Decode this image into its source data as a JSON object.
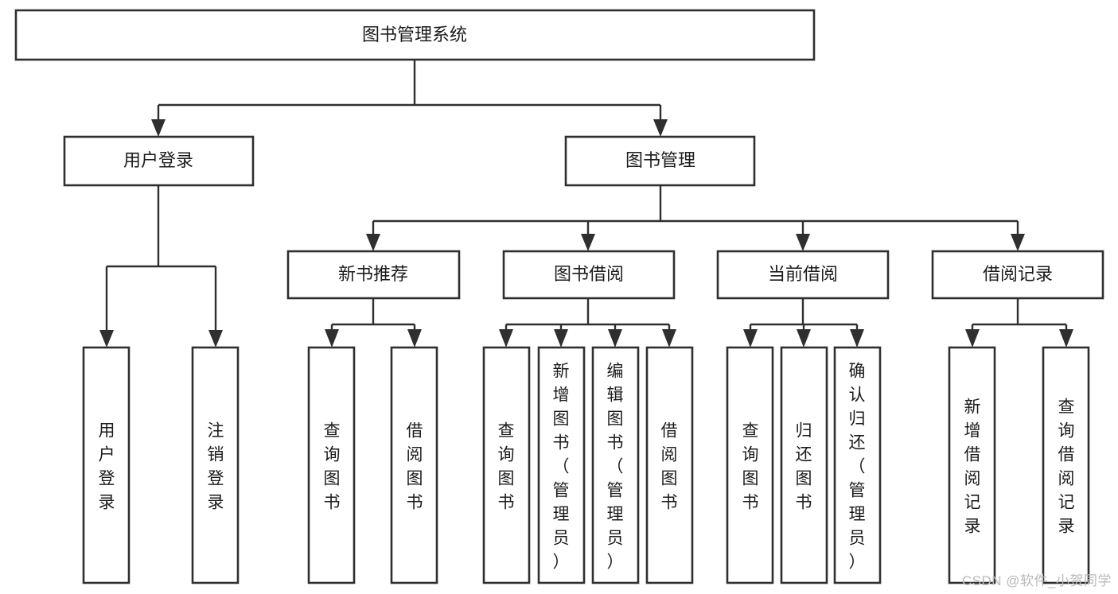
{
  "diagram": {
    "type": "tree-hierarchy",
    "title": "图书管理系统",
    "watermark": "CSDN @软件_小贺同学",
    "colors": {
      "background": "#ffffff",
      "stroke": "#2f2f2f",
      "text": "#1b1b1b",
      "watermark": "#b9b9b9"
    },
    "root": {
      "label": "图书管理系统"
    },
    "level2": [
      {
        "label": "用户登录"
      },
      {
        "label": "图书管理"
      }
    ],
    "level3": [
      {
        "label": "新书推荐"
      },
      {
        "label": "图书借阅"
      },
      {
        "label": "当前借阅"
      },
      {
        "label": "借阅记录"
      }
    ],
    "leaves": {
      "user_login": [
        {
          "label": "用户登录"
        },
        {
          "label": "注销登录"
        }
      ],
      "new_book_recommend": [
        {
          "label": "查询图书"
        },
        {
          "label": "借阅图书"
        }
      ],
      "book_borrow": [
        {
          "label": "查询图书"
        },
        {
          "label": "新增图书（管理员）"
        },
        {
          "label": "编辑图书（管理员）"
        },
        {
          "label": "借阅图书"
        }
      ],
      "current_borrow": [
        {
          "label": "查询图书"
        },
        {
          "label": "归还图书"
        },
        {
          "label": "确认归还（管理员）"
        }
      ],
      "borrow_record": [
        {
          "label": "新增借阅记录"
        },
        {
          "label": "查询借阅记录"
        }
      ]
    }
  }
}
